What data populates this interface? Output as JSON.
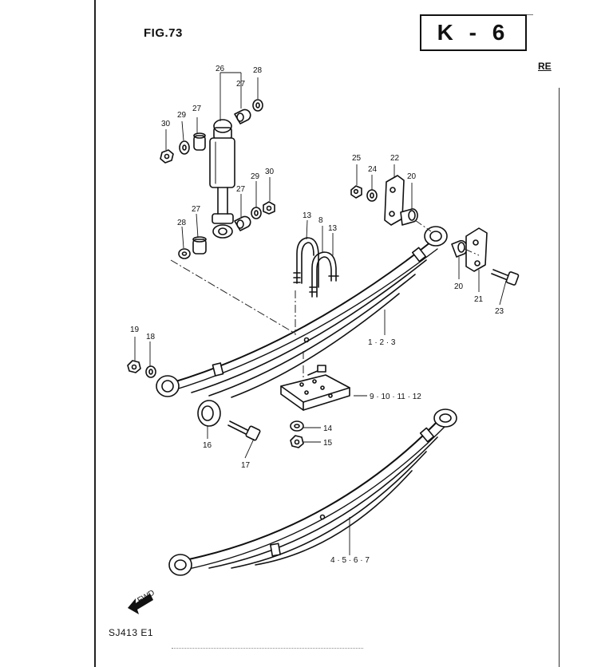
{
  "header": {
    "figure": "FIG.73",
    "section": "K - 6",
    "corner_text": "RE"
  },
  "footer": {
    "model": "SJ413 E1"
  },
  "fwd_label": "FWD",
  "callouts": {
    "p26": "26",
    "p28a": "28",
    "p27a": "27",
    "p27b": "27",
    "p29a": "29",
    "p30a": "30",
    "p25": "25",
    "p24": "24",
    "p22": "22",
    "p20a": "20",
    "p29b": "29",
    "p30b": "30",
    "p27c": "27",
    "p27d": "27",
    "p28b": "28",
    "p13a": "13",
    "p8": "8",
    "p13b": "13",
    "p20b": "20",
    "p21": "21",
    "p23": "23",
    "p19": "19",
    "p18": "18",
    "p123": "1 · 2 · 3",
    "p9_12": "9 · 10 · 11 · 12",
    "p14": "14",
    "p15": "15",
    "p16": "16",
    "p17": "17",
    "p4_7": "4 · 5 · 6 · 7"
  }
}
